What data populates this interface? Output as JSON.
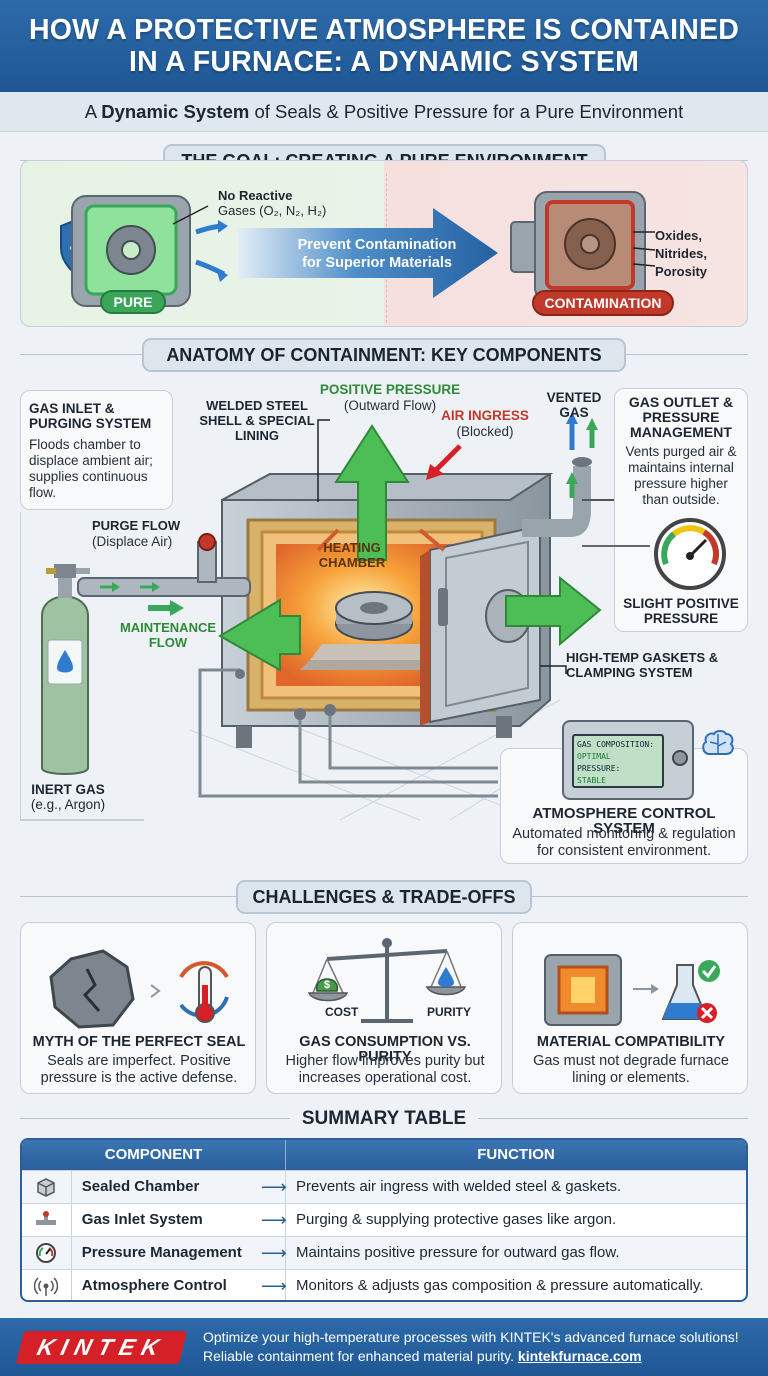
{
  "header": {
    "title_line1": "HOW A PROTECTIVE ATMOSPHERE IS CONTAINED",
    "title_line2": "IN A FURNACE: A DYNAMIC SYSTEM"
  },
  "subtitle": {
    "prefix": "A ",
    "bold": "Dynamic System",
    "suffix": " of Seals & Positive Pressure for a Pure Environment"
  },
  "goal": {
    "title": "THE GOAL: CREATING A PURE ENVIRONMENT",
    "no_reactive_line1": "No Reactive",
    "no_reactive_line2": "Gases (O₂, N₂, H₂)",
    "pure_badge": "PURE",
    "arrow_line1": "Prevent Contamination",
    "arrow_line2": "for Superior Materials",
    "contam_badge": "CONTAMINATION",
    "defects": [
      "Oxides,",
      "Nitrides,",
      "Porosity"
    ]
  },
  "anatomy": {
    "title": "ANATOMY OF CONTAINMENT: KEY COMPONENTS",
    "inlet_title": "GAS INLET & PURGING SYSTEM",
    "inlet_desc": "Floods chamber to displace ambient air; supplies continuous flow.",
    "shell": "WELDED STEEL SHELL & SPECIAL LINING",
    "positive_pressure": "POSITIVE PRESSURE",
    "outward_flow": "(Outward Flow)",
    "air_ingress": "AIR INGRESS",
    "blocked": "(Blocked)",
    "vented_gas": "VENTED GAS",
    "outlet_title": "GAS OUTLET & PRESSURE MANAGEMENT",
    "outlet_desc": "Vents purged air & maintains internal pressure higher than outside.",
    "gauge_label": "SLIGHT POSITIVE PRESSURE",
    "purge_flow": "PURGE FLOW",
    "displace_air": "(Displace Air)",
    "heating_chamber": "HEATING CHAMBER",
    "maintenance_flow": "MAINTENANCE FLOW",
    "inert_gas": "INERT GAS",
    "inert_example": "(e.g., Argon)",
    "gaskets": "HIGH-TEMP GASKETS & CLAMPING SYSTEM",
    "screen_line1": "GAS COMPOSITION:",
    "screen_line2": "OPTIMAL",
    "screen_line3": "PRESSURE:",
    "screen_line4": "STABLE",
    "control_title": "ATMOSPHERE CONTROL SYSTEM",
    "control_desc": "Automated monitoring & regulation for consistent environment."
  },
  "challenges": {
    "title": "CHALLENGES & TRADE-OFFS",
    "cards": [
      {
        "title": "MYTH OF THE PERFECT SEAL",
        "desc": "Seals are imperfect. Positive pressure is the active defense."
      },
      {
        "title": "GAS CONSUMPTION VS. PURITY",
        "desc": "Higher flow improves purity but increases operational cost.",
        "left": "COST",
        "right": "PURITY"
      },
      {
        "title": "MATERIAL COMPATIBILITY",
        "desc": "Gas must not degrade furnace lining or elements."
      }
    ]
  },
  "summary": {
    "title": "SUMMARY TABLE",
    "col1": "COMPONENT",
    "col2": "FUNCTION",
    "rows": [
      {
        "icon": "box-icon",
        "name": "Sealed Chamber",
        "func": "Prevents air ingress with welded steel & gaskets."
      },
      {
        "icon": "valve-icon",
        "name": "Gas Inlet System",
        "func": "Purging & supplying protective gases like argon."
      },
      {
        "icon": "gauge-icon",
        "name": "Pressure Management",
        "func": "Maintains positive pressure for outward gas flow."
      },
      {
        "icon": "antenna-icon",
        "name": "Atmosphere Control",
        "func": "Monitors & adjusts gas composition & pressure automatically."
      }
    ]
  },
  "footer": {
    "logo": "KINTEK",
    "line1": "Optimize your high-temperature processes with KINTEK's advanced furnace solutions!",
    "line2_prefix": "Reliable containment for enhanced material purity. ",
    "link": "kintekfurnace.com"
  },
  "colors": {
    "brand_blue": "#2a64a4",
    "pure_green": "#3aa85a",
    "contam_red": "#c0392b",
    "flow_green": "#3fae49",
    "accent_red": "#d62028"
  }
}
